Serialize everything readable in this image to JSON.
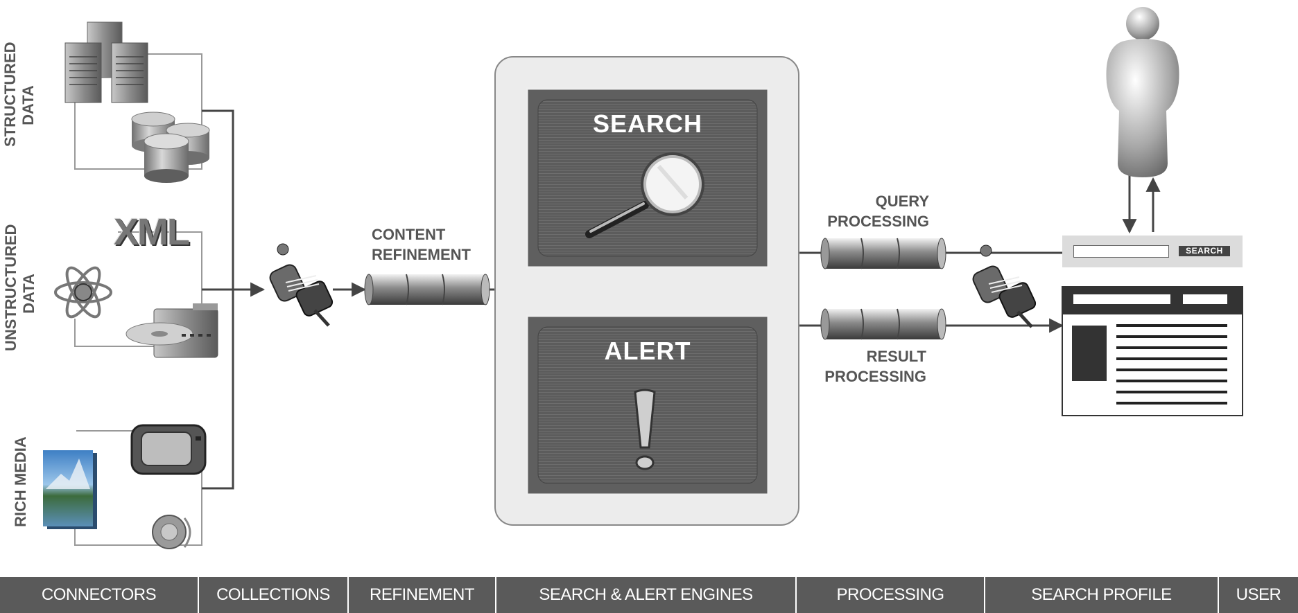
{
  "groups": {
    "structured": "STRUCTURED\nDATA",
    "unstructured": "UNSTRUCTURED\nDATA",
    "rich_media": "RICH MEDIA"
  },
  "xml_logo": "XML",
  "refinement_label_1": "CONTENT",
  "refinement_label_2": "REFINEMENT",
  "engines": {
    "search_title": "SEARCH",
    "alert_title": "ALERT"
  },
  "processing": {
    "query_1": "QUERY",
    "query_2": "PROCESSING",
    "result_1": "RESULT",
    "result_2": "PROCESSING"
  },
  "search_profile": {
    "button_label": "SEARCH"
  },
  "tabs": [
    {
      "label": "CONNECTORS"
    },
    {
      "label": "COLLECTIONS"
    },
    {
      "label": "REFINEMENT"
    },
    {
      "label": "SEARCH & ALERT ENGINES"
    },
    {
      "label": "PROCESSING"
    },
    {
      "label": "SEARCH PROFILE"
    },
    {
      "label": "USER"
    }
  ],
  "colors": {
    "panel": "#5f5f5f",
    "tab_bg": "#5a5a5a",
    "line": "#444444",
    "label": "#555555"
  }
}
